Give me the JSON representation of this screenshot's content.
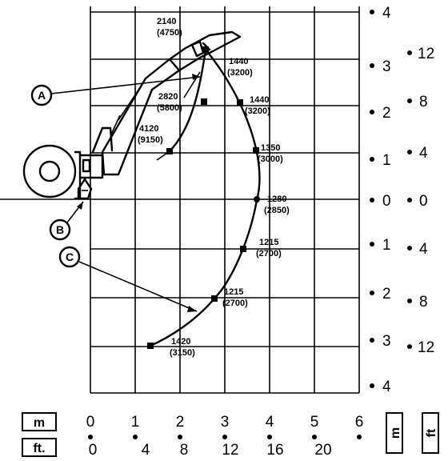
{
  "chart_data": {
    "type": "diagram",
    "callouts": {
      "a": {
        "letter": "A"
      },
      "b": {
        "letter": "B"
      },
      "c": {
        "letter": "C"
      }
    },
    "load_points": [
      {
        "id": "p1",
        "kg": "2140",
        "lb": "(4750)"
      },
      {
        "id": "p2",
        "kg": "1440",
        "lb": "(3200)"
      },
      {
        "id": "p3",
        "kg": "2820",
        "lb": "(5800)"
      },
      {
        "id": "p4",
        "kg": "1440",
        "lb": "(3200)"
      },
      {
        "id": "p5",
        "kg": "4120",
        "lb": "(9150)"
      },
      {
        "id": "p6",
        "kg": "1350",
        "lb": "(3000)"
      },
      {
        "id": "p7",
        "kg": "1280",
        "lb": "(2850)"
      },
      {
        "id": "p8",
        "kg": "1215",
        "lb": "(2700)"
      },
      {
        "id": "p9",
        "kg": "1215",
        "lb": "(2700)"
      },
      {
        "id": "p10",
        "kg": "1420",
        "lb": "(3150)"
      }
    ],
    "vertical_scale_m": [
      "4",
      "3",
      "2",
      "1",
      "0",
      "1",
      "2",
      "3",
      "4"
    ],
    "vertical_scale_ft": [
      "12",
      "8",
      "4",
      "0",
      "4",
      "8",
      "12"
    ],
    "horizontal_scale_m": [
      "0",
      "1",
      "2",
      "3",
      "4",
      "5",
      "6"
    ],
    "horizontal_scale_ft": [
      "0",
      "4",
      "8",
      "12",
      "16",
      "20"
    ],
    "unit_labels": {
      "m": "m",
      "ft": "ft.",
      "m_vertical": "m",
      "ft_vertical": "ft"
    }
  }
}
